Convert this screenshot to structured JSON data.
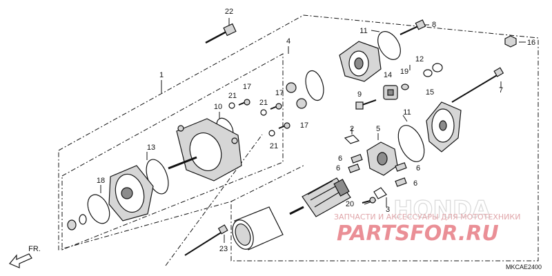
{
  "diagram": {
    "code": "MKCAE2400",
    "direction_label": "FR.",
    "watermark": {
      "tagline": "ЗАПЧАСТИ И АКСЕССУАРЫ ДЛЯ МОТОТЕХНИКИ",
      "brand": "PARTSFOR.RU",
      "logo": "HONDA"
    },
    "callouts": [
      {
        "id": "c1",
        "label": "1"
      },
      {
        "id": "c2",
        "label": "2"
      },
      {
        "id": "c3",
        "label": "3"
      },
      {
        "id": "c4",
        "label": "4"
      },
      {
        "id": "c5",
        "label": "5"
      },
      {
        "id": "c6a",
        "label": "6"
      },
      {
        "id": "c6b",
        "label": "6"
      },
      {
        "id": "c6c",
        "label": "6"
      },
      {
        "id": "c6d",
        "label": "6"
      },
      {
        "id": "c7",
        "label": "7"
      },
      {
        "id": "c8",
        "label": "8"
      },
      {
        "id": "c9",
        "label": "9"
      },
      {
        "id": "c10",
        "label": "10"
      },
      {
        "id": "c11a",
        "label": "11"
      },
      {
        "id": "c11b",
        "label": "11"
      },
      {
        "id": "c12",
        "label": "12"
      },
      {
        "id": "c13",
        "label": "13"
      },
      {
        "id": "c14",
        "label": "14"
      },
      {
        "id": "c15",
        "label": "15"
      },
      {
        "id": "c16",
        "label": "16"
      },
      {
        "id": "c17a",
        "label": "17"
      },
      {
        "id": "c17b",
        "label": "17"
      },
      {
        "id": "c17c",
        "label": "17"
      },
      {
        "id": "c18",
        "label": "18"
      },
      {
        "id": "c19",
        "label": "19"
      },
      {
        "id": "c20",
        "label": "20"
      },
      {
        "id": "c21a",
        "label": "21"
      },
      {
        "id": "c21b",
        "label": "21"
      },
      {
        "id": "c21c",
        "label": "21"
      },
      {
        "id": "c22",
        "label": "22"
      },
      {
        "id": "c23",
        "label": "23"
      }
    ]
  }
}
